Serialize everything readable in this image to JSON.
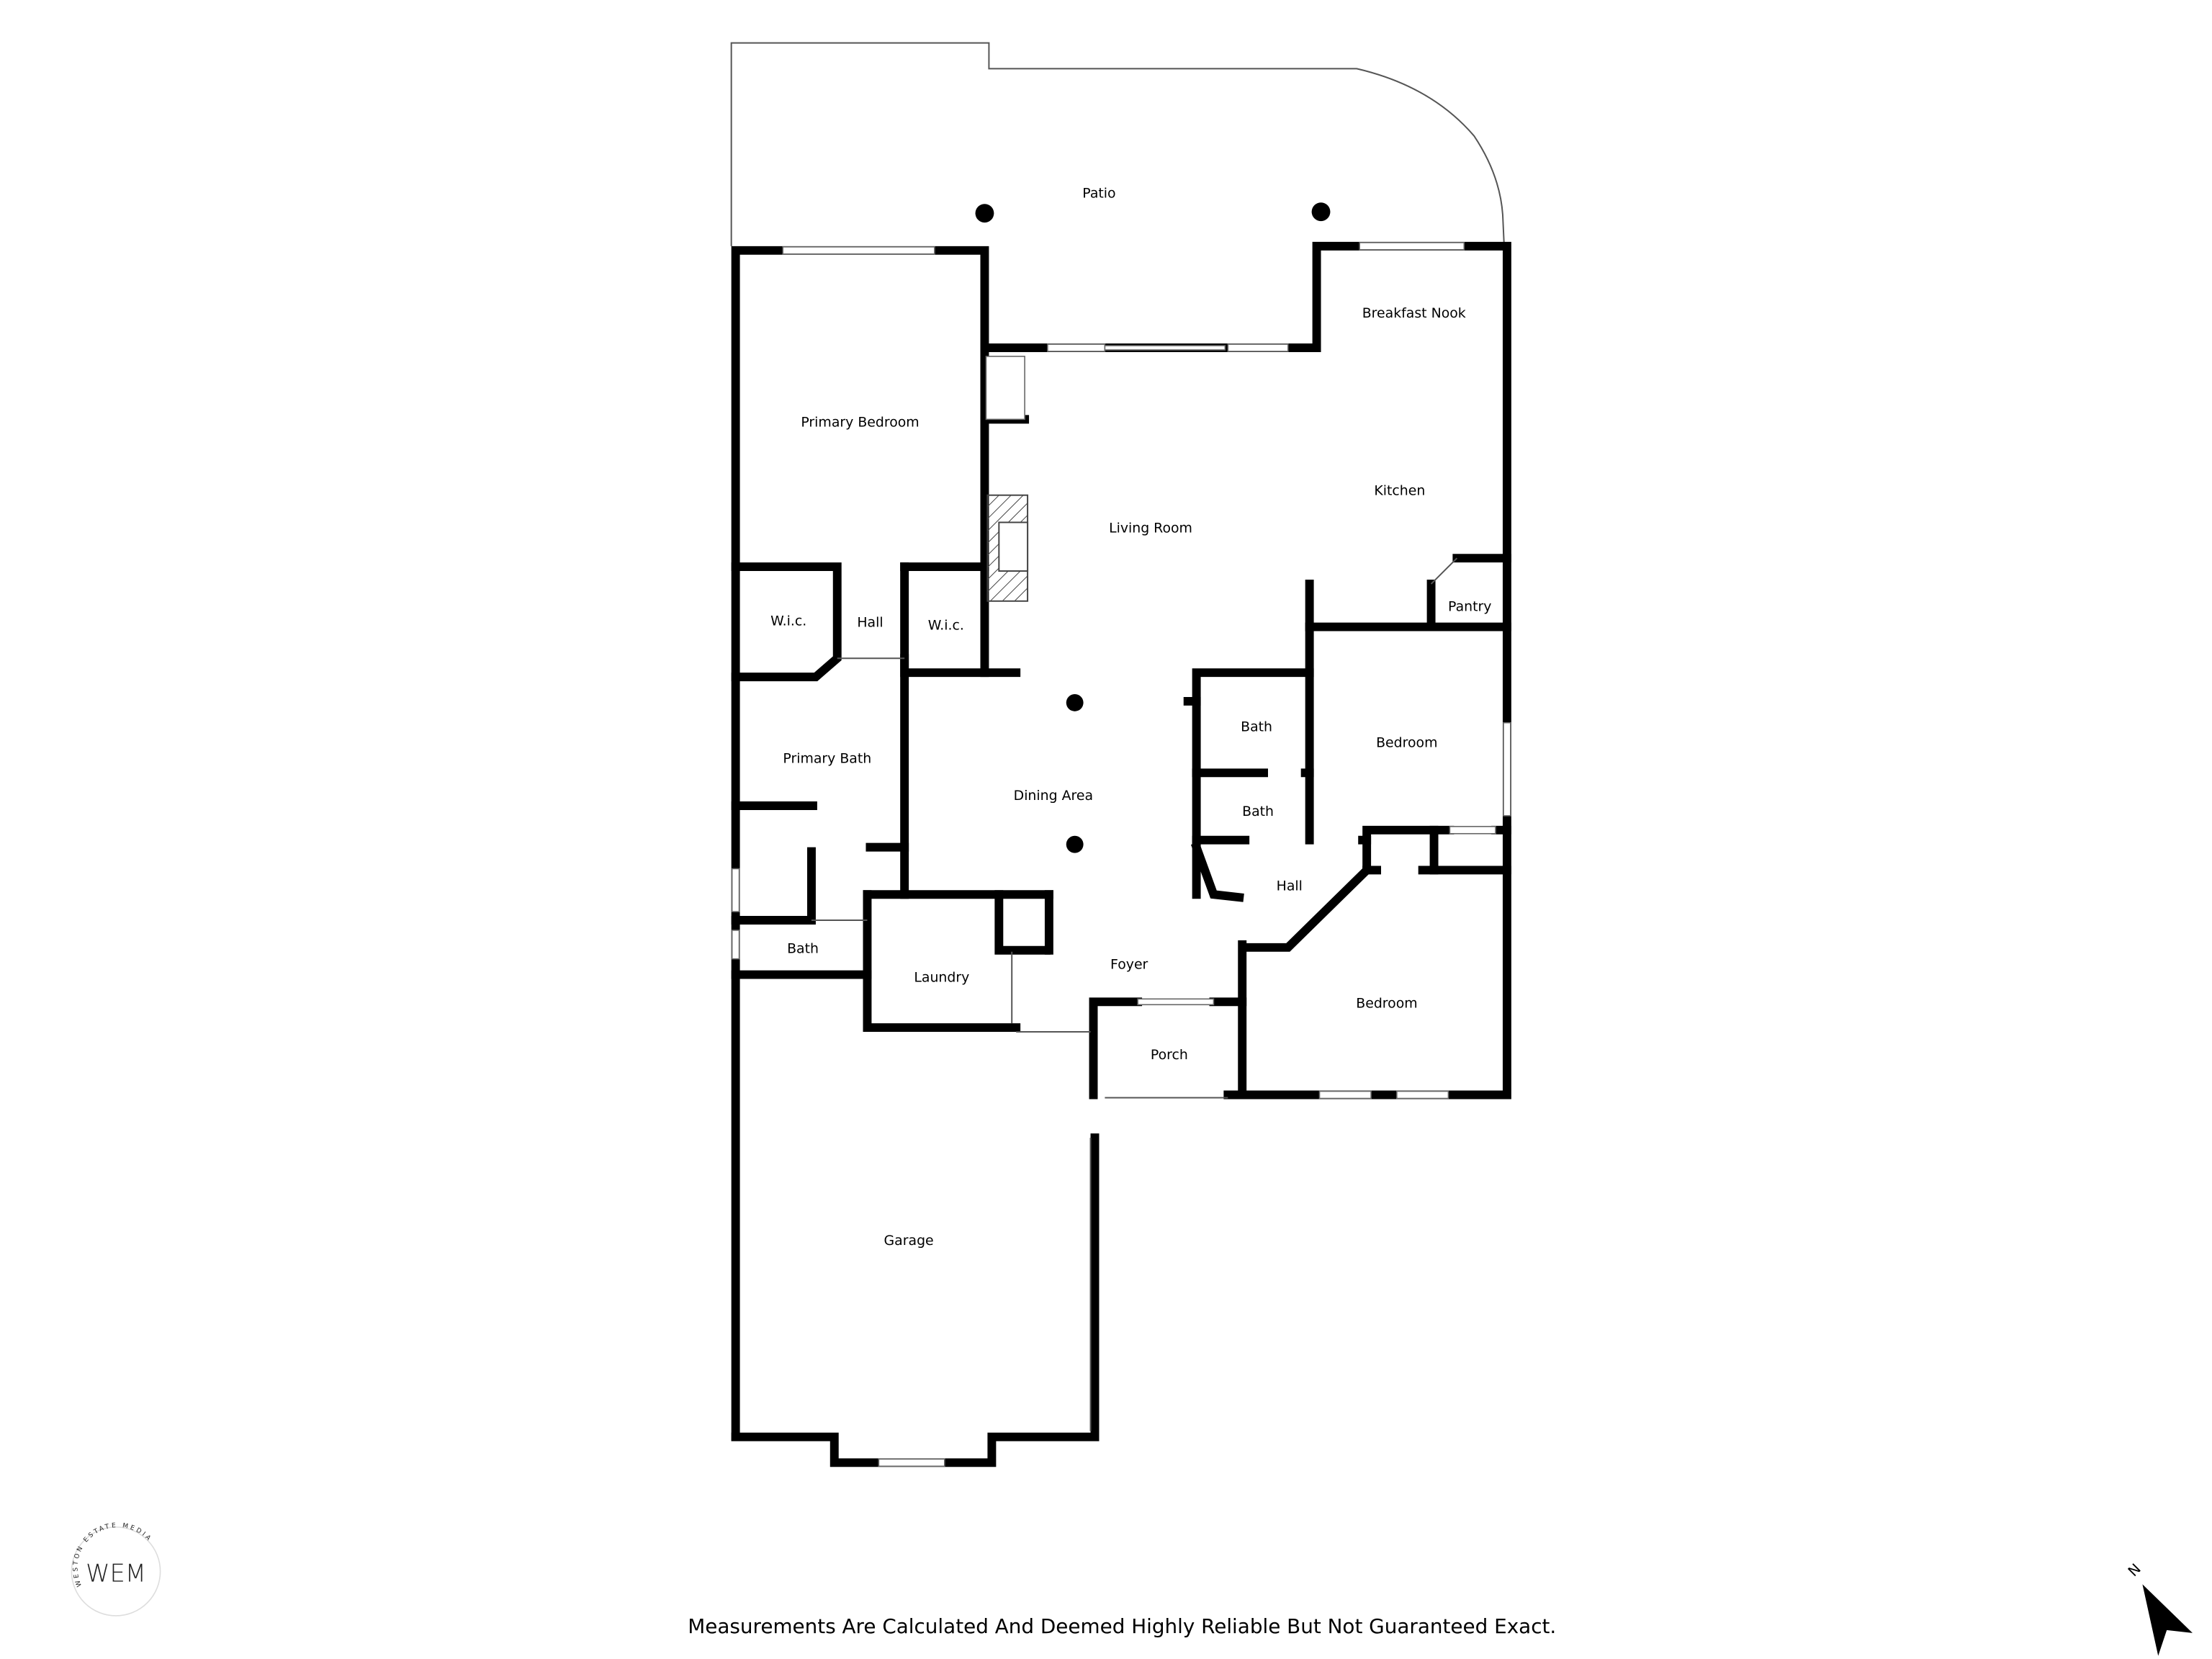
{
  "rooms": [
    {
      "name": "Patio"
    },
    {
      "name": "Breakfast Nook"
    },
    {
      "name": "Primary Bedroom"
    },
    {
      "name": "Kitchen"
    },
    {
      "name": "Living Room"
    },
    {
      "name": "Pantry"
    },
    {
      "name": "W.i.c."
    },
    {
      "name": "Hall"
    },
    {
      "name": "W.i.c."
    },
    {
      "name": "Bath"
    },
    {
      "name": "Bedroom"
    },
    {
      "name": "Primary Bath"
    },
    {
      "name": "Dining Area"
    },
    {
      "name": "Bath"
    },
    {
      "name": "Hall"
    },
    {
      "name": "Bath"
    },
    {
      "name": "Laundry"
    },
    {
      "name": "Foyer"
    },
    {
      "name": "Bedroom"
    },
    {
      "name": "Porch"
    },
    {
      "name": "Garage"
    }
  ],
  "footer": {
    "disclaimer": "Measurements Are Calculated And Deemed Highly Reliable But Not Guaranteed Exact."
  },
  "logo": {
    "initials": "WEM",
    "ring_text": "WESTON ESTATE MEDIA"
  },
  "compass": {
    "label": "N"
  }
}
